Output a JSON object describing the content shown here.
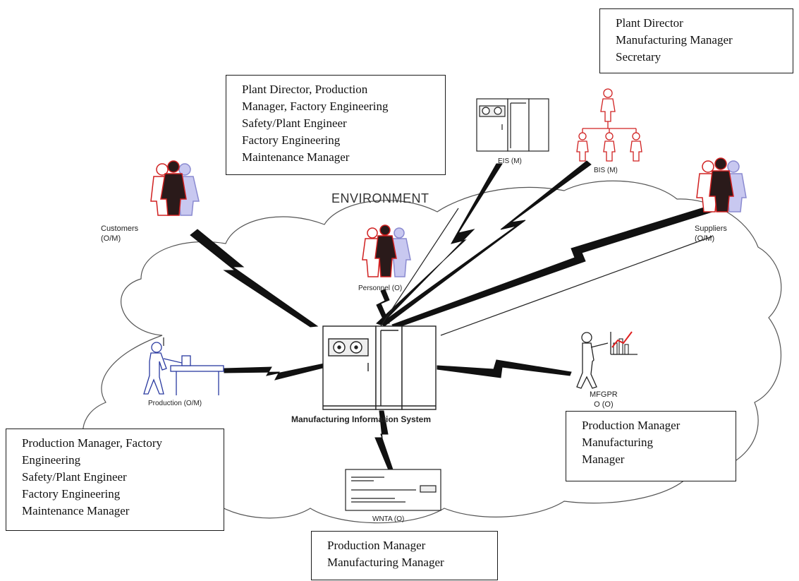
{
  "environment_label": "ENVIRONMENT",
  "central_system": {
    "label": "Manufacturing Information System",
    "icon": "mainframe-computer-icon"
  },
  "nodes": {
    "customers": {
      "line1": "Customers",
      "line2": "(O/M)",
      "icon": "people-group-icon"
    },
    "personnel": {
      "line1": "Personnel (O)",
      "icon": "people-group-icon"
    },
    "suppliers": {
      "line1": "Suppliers",
      "line2": "(O/M)",
      "icon": "people-group-icon"
    },
    "eis": {
      "line1": "EIS (M)",
      "icon": "computer-cabinet-icon"
    },
    "bis": {
      "line1": "BIS (M)",
      "icon": "org-chart-icon"
    },
    "production": {
      "line1": "Production (O/M)",
      "icon": "worker-conveyor-icon"
    },
    "mfgpr": {
      "line1": "MFGPR",
      "line2": "O (O)",
      "icon": "presenter-chart-icon"
    },
    "wnta": {
      "line1": "WNTA (O)",
      "icon": "document-form-icon"
    }
  },
  "boxes": {
    "top_right": [
      "Plant Director",
      "Manufacturing Manager",
      "Secretary"
    ],
    "top_center": [
      "Plant Director, Production",
      "Manager, Factory Engineering",
      "Safety/Plant Engineer",
      "Factory Engineering",
      "Maintenance Manager"
    ],
    "bottom_left": [
      "Production Manager, Factory",
      "Engineering",
      "Safety/Plant Engineer",
      "Factory Engineering",
      "Maintenance Manager"
    ],
    "bottom_right": [
      "Production Manager",
      "Manufacturing",
      "Manager"
    ],
    "bottom_center": [
      "Production Manager",
      "Manufacturing Manager"
    ]
  },
  "colors": {
    "people_red": "#d02020",
    "people_dark": "#2a1a1a",
    "people_blue": "#8a8ad0",
    "lines": "#111111",
    "worker_blue": "#2a3aa0",
    "chart_red": "#e02020"
  }
}
